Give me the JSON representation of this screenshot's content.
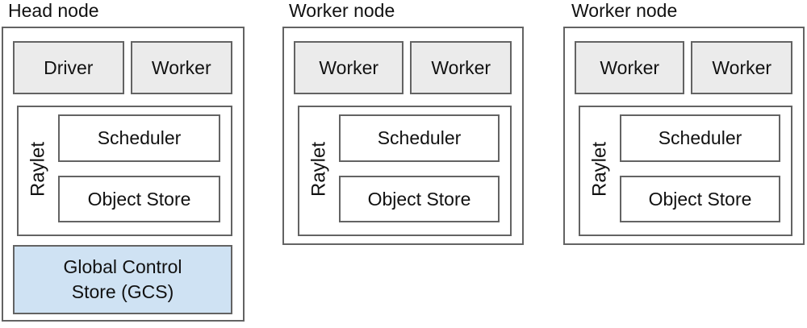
{
  "nodes": [
    {
      "title": "Head node",
      "processes": [
        "Driver",
        "Worker"
      ],
      "raylet": {
        "label": "Raylet",
        "components": [
          "Scheduler",
          "Object Store"
        ]
      },
      "gcs": "Global Control Store (GCS)"
    },
    {
      "title": "Worker node",
      "processes": [
        "Worker",
        "Worker"
      ],
      "raylet": {
        "label": "Raylet",
        "components": [
          "Scheduler",
          "Object Store"
        ]
      }
    },
    {
      "title": "Worker node",
      "processes": [
        "Worker",
        "Worker"
      ],
      "raylet": {
        "label": "Raylet",
        "components": [
          "Scheduler",
          "Object Store"
        ]
      }
    }
  ],
  "colors": {
    "border": "#636363",
    "process_fill": "#ebebeb",
    "gcs_fill": "#cfe2f3",
    "text": "#111111",
    "background": "#ffffff"
  }
}
